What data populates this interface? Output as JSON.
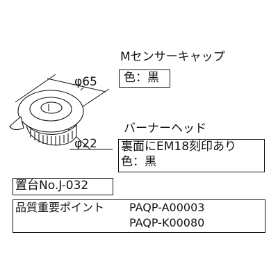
{
  "sensor_cap": {
    "title": "Mセンサーキャップ",
    "color": "色：黒"
  },
  "burner_head": {
    "title": "バーナーヘッド",
    "marking": "裏面にEM18刻印あり",
    "color": "色：黒"
  },
  "dimensions": {
    "outer": "φ65",
    "inner": "φ22"
  },
  "stand_number": "置台No.J-032",
  "quality_point": {
    "label": "品質重要ポイント",
    "codes": [
      "PAQP-A00003",
      "PAQP-K00080"
    ]
  },
  "colors": {
    "line": "#111111",
    "background": "#ffffff"
  }
}
